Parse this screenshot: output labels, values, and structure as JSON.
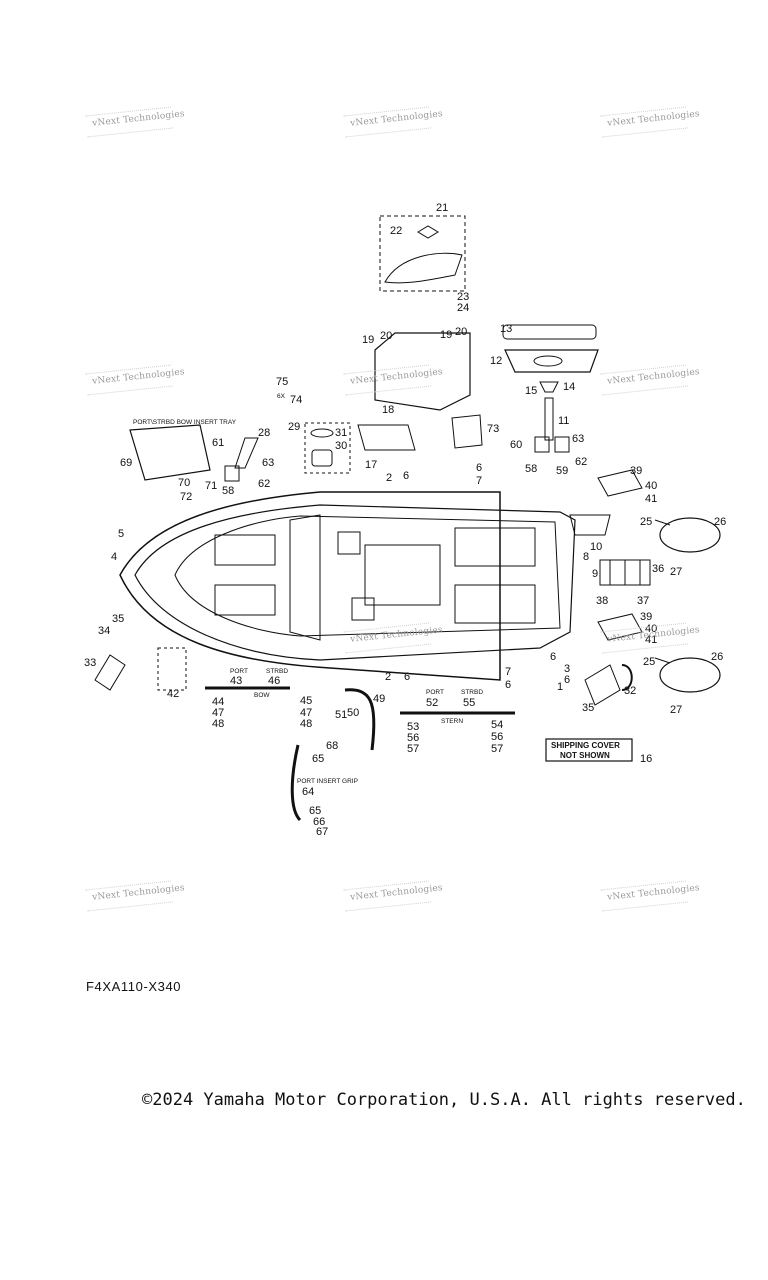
{
  "watermark": "vNext Technologies",
  "diagram_code": "F4XA110-X340",
  "copyright": "©2024 Yamaha Motor Corporation, U.S.A. All rights reserved.",
  "notes": {
    "tray": "PORT\\STRBD BOW INSERT TRAY",
    "shipping_1": "SHIPPING COVER",
    "shipping_2": "NOT SHOWN",
    "qty_6x": "6X",
    "port": "PORT",
    "strbd": "STRBD",
    "bow": "BOW",
    "stern": "STERN",
    "insert_grip": "PORT INSERT GRIP"
  },
  "callouts": [
    "1",
    "2",
    "3",
    "4",
    "5",
    "6",
    "7",
    "8",
    "9",
    "10",
    "11",
    "12",
    "13",
    "14",
    "15",
    "16",
    "17",
    "18",
    "19",
    "20",
    "21",
    "22",
    "23",
    "24",
    "25",
    "26",
    "27",
    "28",
    "29",
    "30",
    "31",
    "32",
    "33",
    "34",
    "35",
    "36",
    "37",
    "38",
    "39",
    "40",
    "41",
    "42",
    "43",
    "44",
    "45",
    "46",
    "47",
    "48",
    "49",
    "50",
    "51",
    "52",
    "53",
    "54",
    "55",
    "56",
    "57",
    "58",
    "59",
    "60",
    "61",
    "62",
    "63",
    "64",
    "65",
    "66",
    "67",
    "68",
    "69",
    "70",
    "71",
    "72",
    "73",
    "74",
    "75"
  ]
}
